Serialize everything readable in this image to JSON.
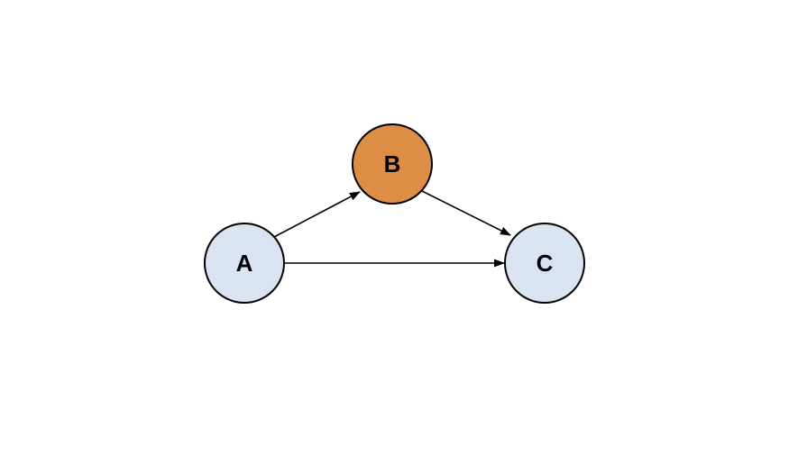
{
  "page": {
    "background": "#ffffff"
  },
  "diagram": {
    "type": "directed-graph",
    "description": "Three-node directed graph where A points to B, B points to C, and A points directly to C (mediation / triangle structure)",
    "edge_color": "#000000",
    "node_stroke": "#000000",
    "node_label_color": "#000000",
    "nodes": [
      {
        "id": "A",
        "label": "A",
        "fill": "#d9e3f2"
      },
      {
        "id": "B",
        "label": "B",
        "fill": "#de8d45"
      },
      {
        "id": "C",
        "label": "C",
        "fill": "#d9e3f2"
      }
    ],
    "edges": [
      {
        "from": "A",
        "to": "B",
        "directed": true
      },
      {
        "from": "B",
        "to": "C",
        "directed": true
      },
      {
        "from": "A",
        "to": "C",
        "directed": true
      }
    ]
  }
}
